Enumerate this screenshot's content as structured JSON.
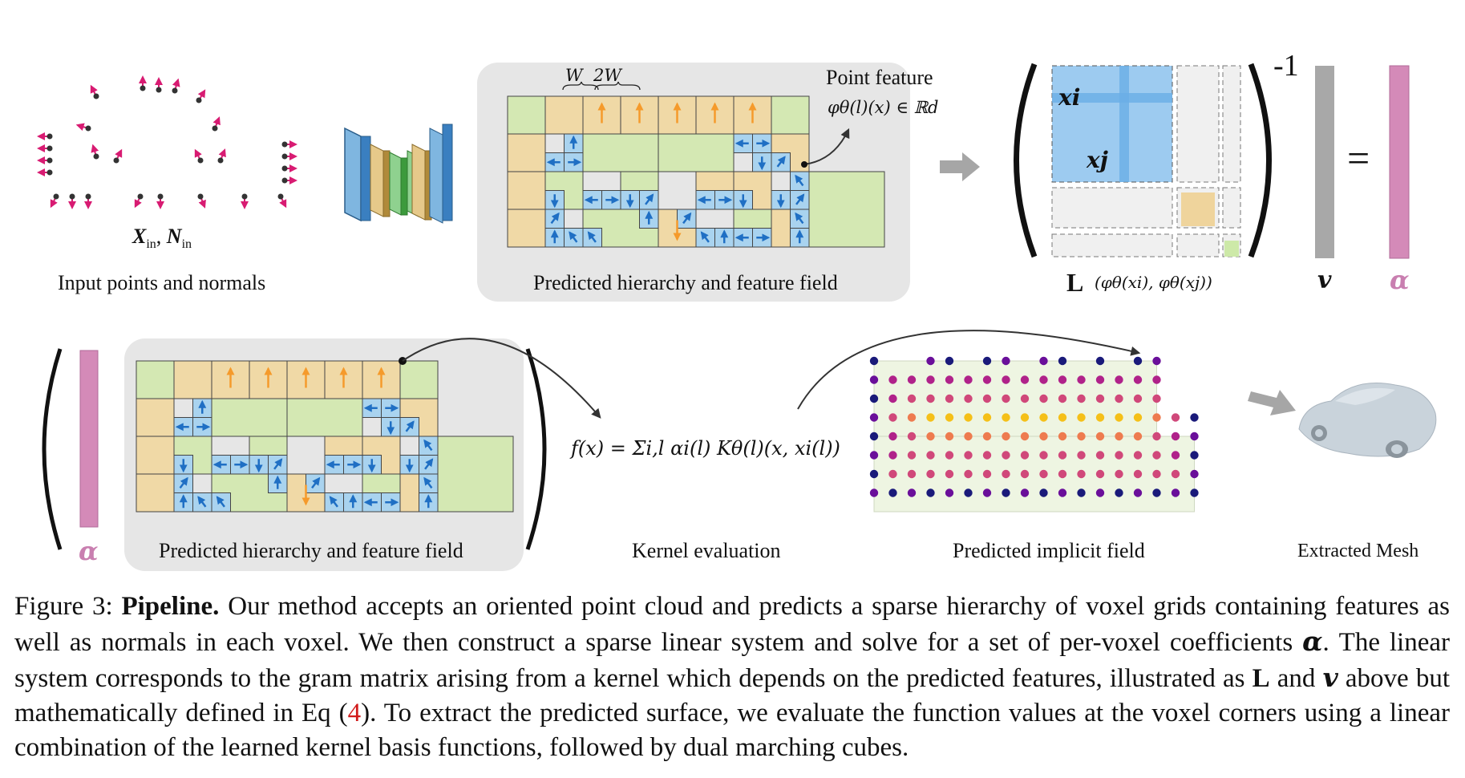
{
  "figure": {
    "labels": {
      "input_points": "Input points and normals",
      "input_symbol_x": "X",
      "input_symbol_x_sub": "in",
      "input_symbol_sep": ", ",
      "input_symbol_n": "N",
      "input_symbol_n_sub": "in",
      "hierarchy_top": "Predicted hierarchy and feature field",
      "hierarchy_bottom": "Predicted hierarchy and feature field",
      "point_feature": "Point feature",
      "point_feature_formula": "φθ(l)(x) ∈ ℝd",
      "width_w": "W",
      "width_2w": "2W",
      "matrix_exponent": "-1",
      "matrix_xi": "xi",
      "matrix_xj": "xj",
      "matrix_L": "L",
      "matrix_L_args": "(φθ(xi), φθ(xj))",
      "vector_v": "v",
      "vector_alpha": "α",
      "equals": "=",
      "alpha_bottom": "α",
      "kernel_formula": "f(x) = Σi,l αi(l) Kθ(l)(x, xi(l))",
      "kernel_eval": "Kernel evaluation",
      "implicit_field": "Predicted implicit field",
      "extracted_mesh": "Extracted Mesh"
    },
    "colors": {
      "points": "#d81b72",
      "voxel_green": "#d4e8b3",
      "voxel_tan": "#f0d9a6",
      "voxel_blue": "#a9d3ef",
      "normal_blue": "#1f6fc4",
      "normal_orange": "#f59a2b",
      "matrix_blue": "#9dcbf0",
      "matrix_tan": "#efd49c",
      "vector_gray": "#a8a8a8",
      "vector_pink": "#d48ab8",
      "panel_gray": "#e6e6e6"
    }
  },
  "caption": {
    "prefix": "Figure 3: ",
    "bold": "Pipeline.",
    "text_1": " Our method accepts an oriented point cloud and predicts a sparse hierarchy of voxel grids containing features as well as normals in each voxel. We then construct a sparse linear system and solve for a set of per-voxel coefficients ",
    "alpha": "α",
    "text_2": ". The linear system corresponds to the gram matrix arising from a kernel which depends on the predicted features, illustrated as ",
    "L": "L",
    "text_3": " and ",
    "v": "v",
    "text_4": " above but mathematically defined in Eq (",
    "ref": "4",
    "text_5": "). To extract the predicted surface, we evaluate the function values at the voxel corners using a linear combination of the learned kernel basis functions, followed by dual marching cubes."
  }
}
